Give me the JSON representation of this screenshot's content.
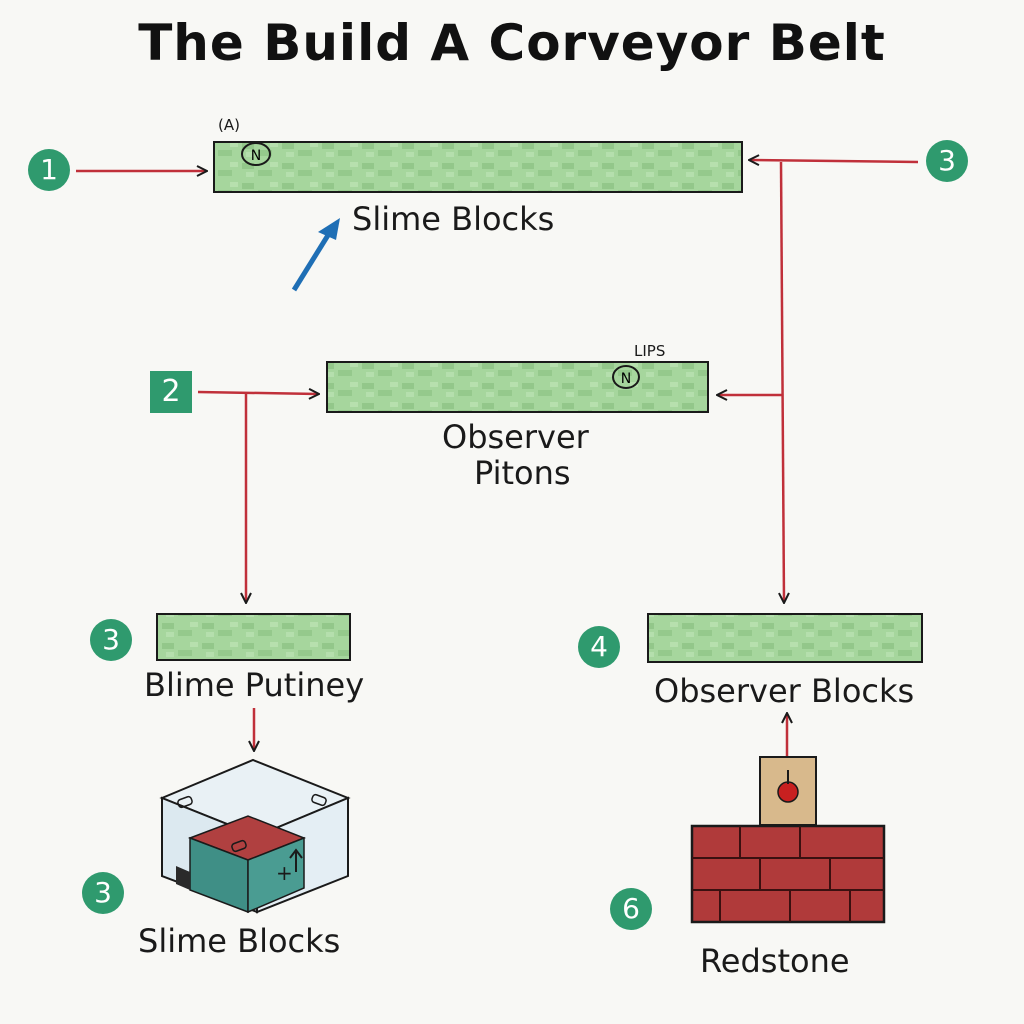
{
  "title": "The Build A Corveyor Belt",
  "steps": {
    "s1": "1",
    "s2": "2",
    "s3a": "3",
    "s3b": "3",
    "s3c": "3",
    "s4": "4",
    "s6": "6"
  },
  "tags": {
    "top_bar_tag": "(A)",
    "n_mark_1": "N",
    "n_mark_2": "N",
    "mid_bar_tag": "LIPS"
  },
  "labels": {
    "top_bar": "Slime Blocks",
    "mid_bar_line1": "Observer",
    "mid_bar_line2": "Pitons",
    "left_bar": "Blime Putiney",
    "right_bar": "Observer Blocks",
    "cube": "Slime Blocks",
    "redstone": "Redstone"
  },
  "colors": {
    "slime_green": "#a8d8a0",
    "slime_dark": "#8cc584",
    "arrow_red": "#c0303a",
    "arrow_dark": "#1a1a1a",
    "arrow_blue": "#1f6fb5",
    "badge_green": "#2f9a6e",
    "brick_red": "#b03a3a",
    "cube_teal": "#3f8f86"
  }
}
